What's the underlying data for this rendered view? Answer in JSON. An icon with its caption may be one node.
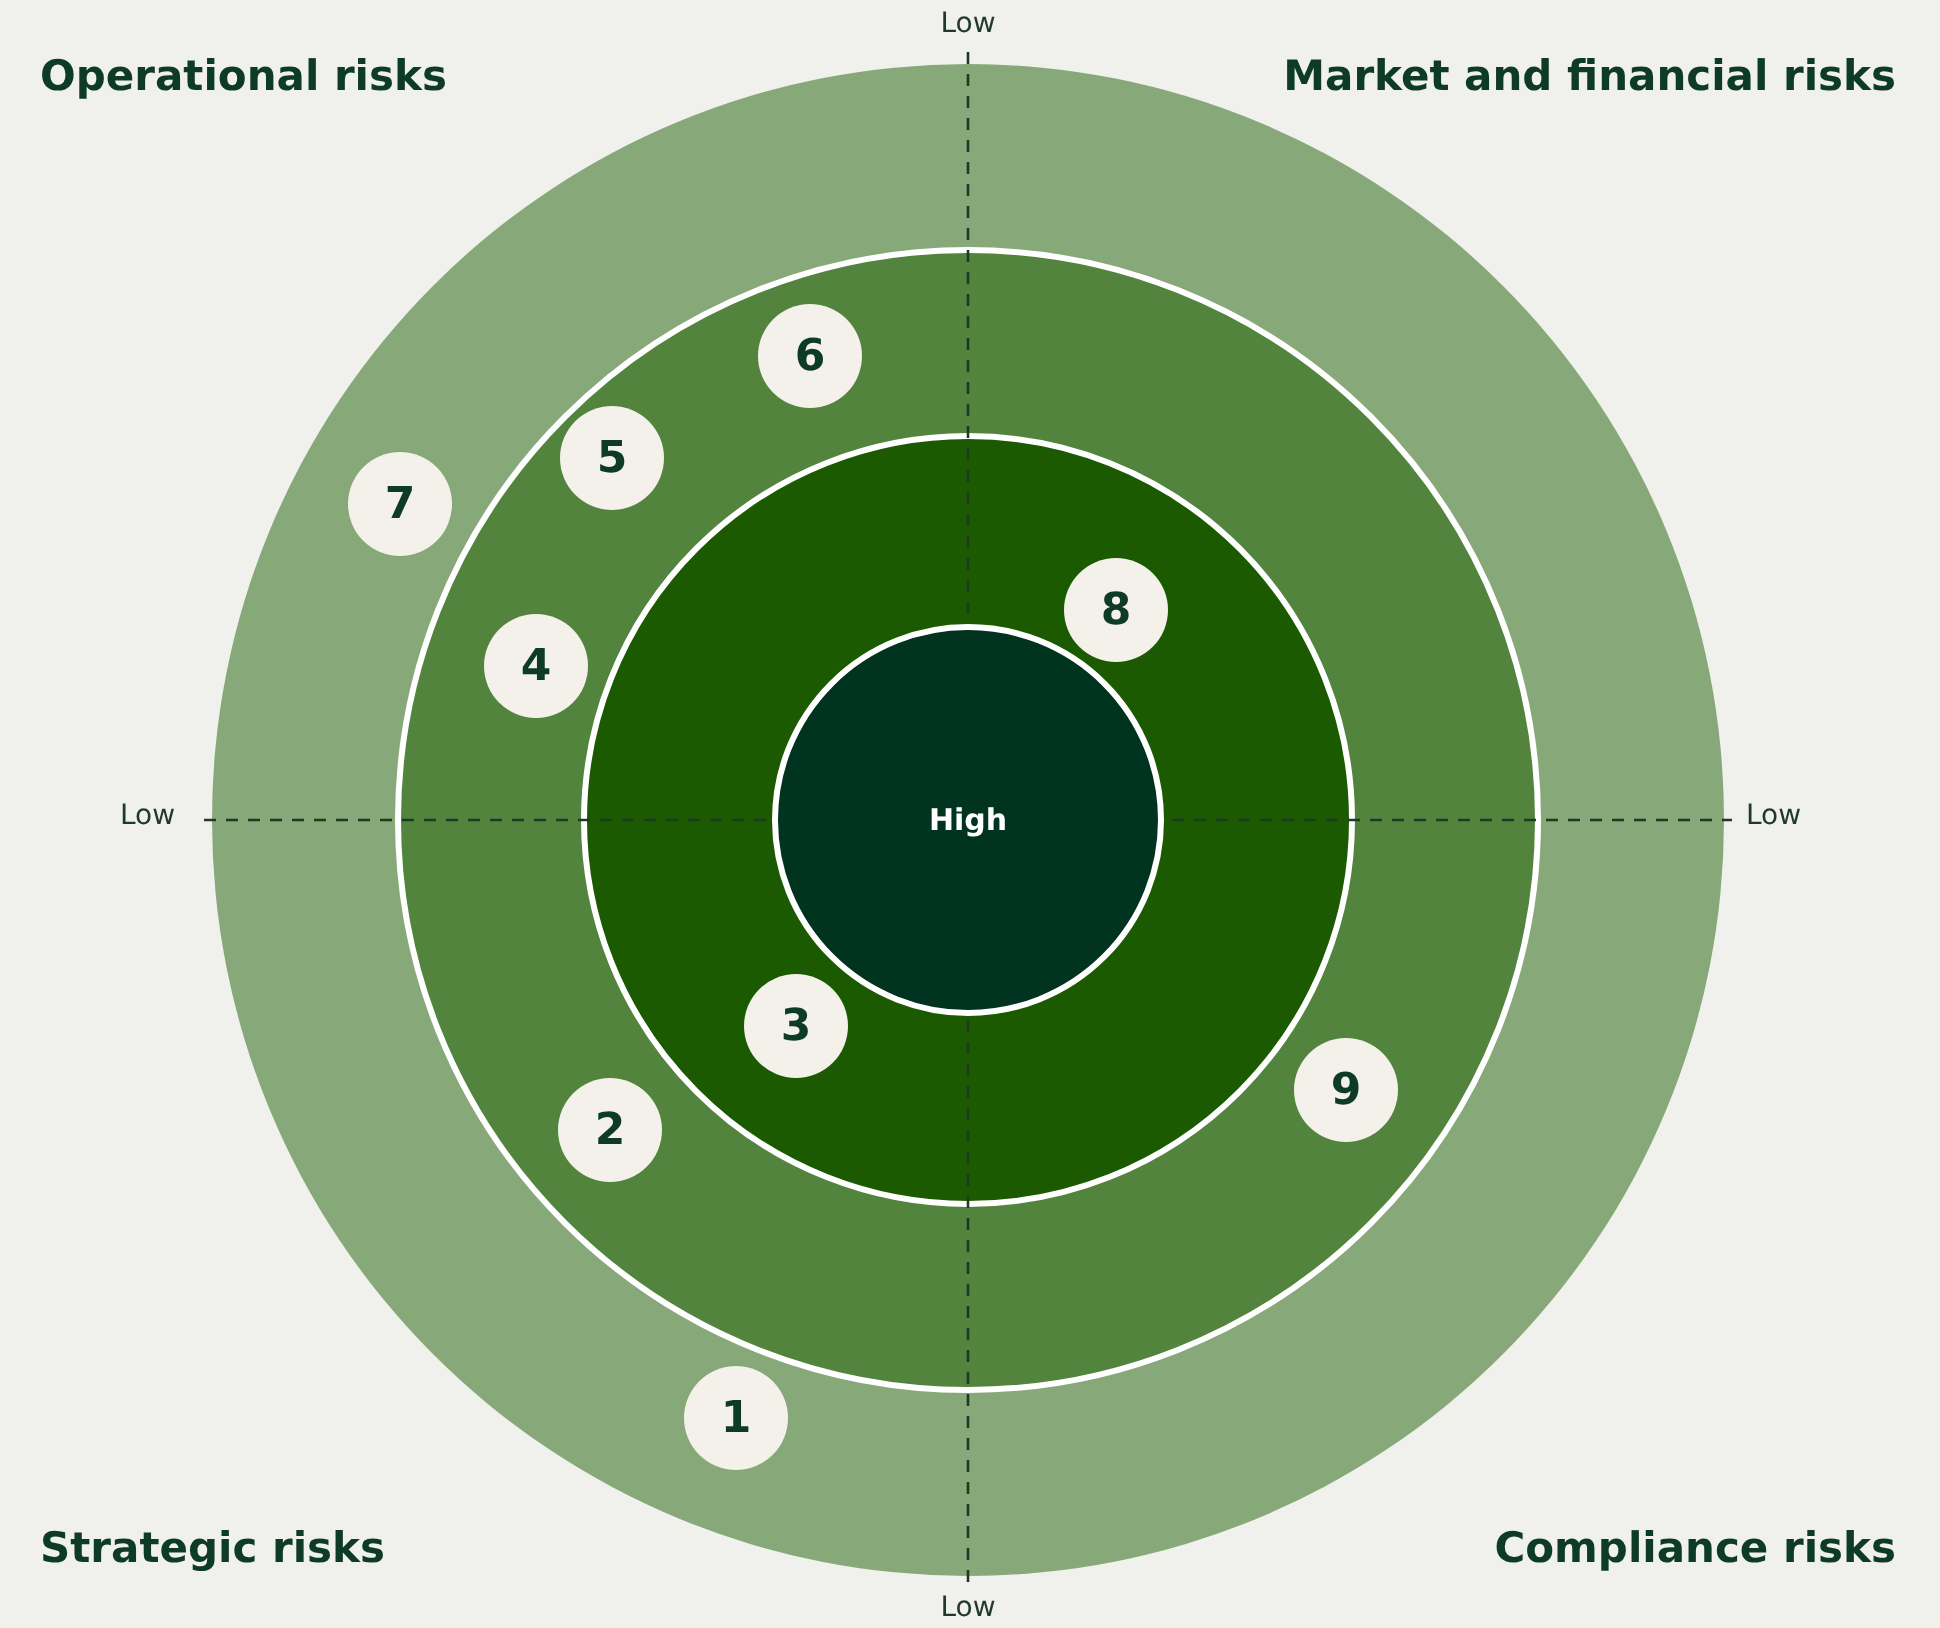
{
  "diagram": {
    "nodes": [
      {
        "text": [
          "6"
        ]
      },
      {
        "text": [
          "5"
        ]
      },
      {
        "text": [
          "7"
        ]
      },
      {
        "text": [
          "8"
        ]
      },
      {
        "text": [
          "4"
        ]
      },
      {
        "text": [
          "High"
        ]
      },
      {
        "text": [
          "3"
        ]
      },
      {
        "text": [
          "9"
        ]
      },
      {
        "text": [
          "2"
        ]
      },
      {
        "text": [
          "1"
        ]
      }
    ],
    "edges": [],
    "labels": [
      "Low",
      "Operational risks",
      "Market and financial risks",
      "Low",
      "Low",
      "Strategic risks",
      "Compliance risks",
      "Low"
    ]
  }
}
